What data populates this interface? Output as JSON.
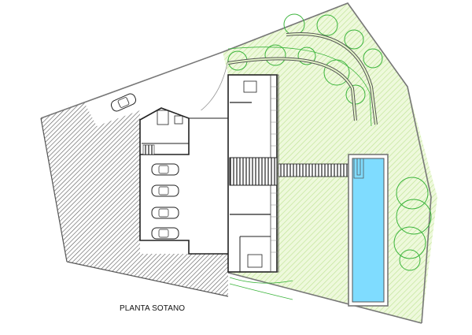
{
  "drawing": {
    "title": "PLANTA SOTANO",
    "type": "basement floor plan",
    "colors": {
      "garden_fill": "#e4f5c8",
      "garden_hatch": "#b8e08a",
      "tree_outline": "#3cb43c",
      "pool_water": "#7fdcff",
      "pool_edge": "#777777",
      "hatch_dark": "#555555",
      "wall": "#222222",
      "boundary": "#777777"
    },
    "elements": {
      "parking_spaces": 4,
      "exterior_car": 1,
      "pool": "rectangular pool with corner steps",
      "bridge": "slatted walkway to pool",
      "garden_trees": 13,
      "curved_paths": 2
    }
  }
}
